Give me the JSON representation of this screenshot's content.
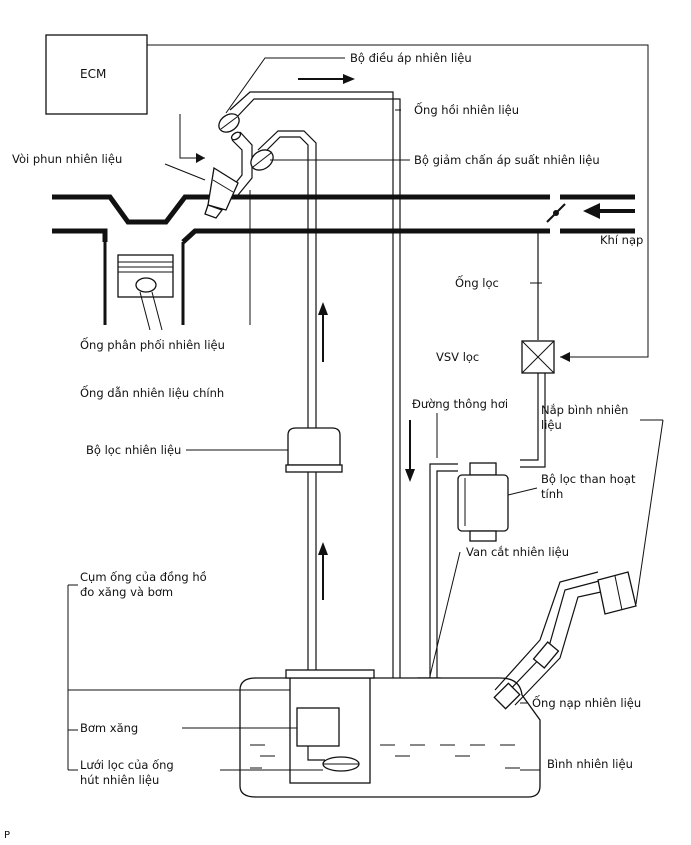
{
  "labels": {
    "ecm": "ECM",
    "pressure_regulator": "Bộ điều áp nhiên liệu",
    "return_pipe": "Ống hồi nhiên liệu",
    "injector": "Vòi phun nhiên liệu",
    "pulsation_damper": "Bộ giảm chấn áp suất nhiên liệu",
    "intake_air": "Khí nạp",
    "purge_line": "Ống lọc",
    "delivery_pipe": "Ống phân phối nhiên liệu",
    "purge_vsv": "VSV lọc",
    "main_fuel_pipe": "Ống dẫn nhiên liệu chính",
    "vent_line": "Đường thông hơi",
    "tank_cap_line1": "Nắp bình nhiên",
    "tank_cap_line2": "liệu",
    "fuel_filter": "Bộ lọc nhiên liệu",
    "canister_line1": "Bộ lọc than hoạt",
    "canister_line2": "tính",
    "cutoff_valve": "Van cắt nhiên liệu",
    "sender_line1": "Cụm ống của đồng hồ",
    "sender_line2": "đo xăng và bơm",
    "filler_pipe": "Ống nạp nhiên liệu",
    "fuel_pump": "Bơm xăng",
    "suction_filter_line1": "Lưới lọc của ống",
    "suction_filter_line2": "hút nhiên liệu",
    "fuel_tank": "Bình nhiên liệu",
    "page_marker": "P"
  }
}
